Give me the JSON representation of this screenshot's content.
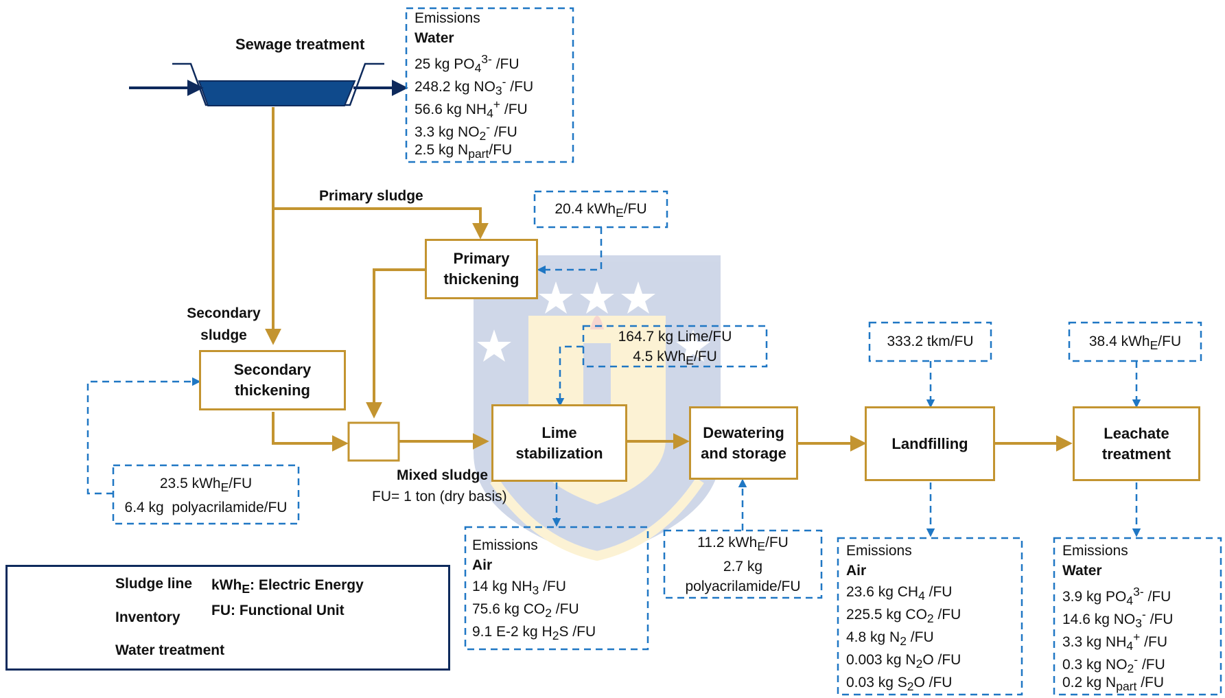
{
  "title": "Sewage treatment",
  "flows": {
    "primary_sludge": "Primary sludge",
    "secondary_sludge_1": "Secondary",
    "secondary_sludge_2": "sludge",
    "mixed_sludge": "Mixed sludge",
    "functional_unit": "FU= 1 ton (dry basis)"
  },
  "processes": {
    "primary_thickening": [
      "Primary",
      "thickening"
    ],
    "secondary_thickening": [
      "Secondary",
      "thickening"
    ],
    "lime_stabilization": [
      "Lime",
      "stabilization"
    ],
    "dewatering": [
      "Dewatering",
      "and storage"
    ],
    "landfilling": [
      "Landfilling"
    ],
    "leachate": [
      "Leachate",
      "treatment"
    ]
  },
  "inventory": {
    "primary_thickening": [
      "20.4 kWhE/FU"
    ],
    "secondary_thickening": [
      "23.5 kWhE/FU",
      "6.4 kg  polyacrilamide/FU"
    ],
    "lime_stabilization": [
      "164.7 kg Lime/FU",
      "4.5 kWhE/FU"
    ],
    "dewatering": [
      "11.2 kWhE/FU",
      "2.7 kg",
      "polyacrilamide/FU"
    ],
    "landfilling": [
      "333.2 tkm/FU"
    ],
    "leachate": [
      "38.4 kWhE/FU"
    ]
  },
  "emissions": {
    "sewage": {
      "heading": "Emissions",
      "category": "Water",
      "items": [
        "25 kg PO43- /FU",
        "248.2 kg NO3- /FU",
        "56.6 kg NH4+ /FU",
        "3.3 kg NO2- /FU",
        "2.5 kg Npart/FU"
      ]
    },
    "lime": {
      "heading": "Emissions",
      "category": "Air",
      "items": [
        "14 kg NH3 /FU",
        "75.6 kg CO2 /FU",
        "9.1 E-2 kg H2S /FU"
      ]
    },
    "landfill": {
      "heading": "Emissions",
      "category": "Air",
      "items": [
        "23.6 kg CH4 /FU",
        "225.5 kg CO2 /FU",
        "4.8 kg N2 /FU",
        "0.003 kg N2O /FU",
        "0.03 kg S2O /FU"
      ]
    },
    "leachate": {
      "heading": "Emissions",
      "category": "Water",
      "items": [
        "3.9 kg PO43- /FU",
        "14.6 kg NO3- /FU",
        "3.3 kg NH4+ /FU",
        "0.3 kg NO2- /FU",
        "0.2 kg Npart /FU"
      ]
    }
  },
  "legend": {
    "sludge_line": "Sludge line",
    "inventory": "Inventory",
    "water_treatment": "Water treatment",
    "kwh_def": "kWhE: Electric Energy",
    "fu_def": "FU: Functional Unit"
  },
  "colors": {
    "sludge": "#c39430",
    "inventory": "#1f77c4",
    "water": "#0e2a5c",
    "tank": "#0f4a8c"
  },
  "icons": {
    "watermark": "university-crest-icon",
    "tank": "clarifier-tank-icon"
  }
}
